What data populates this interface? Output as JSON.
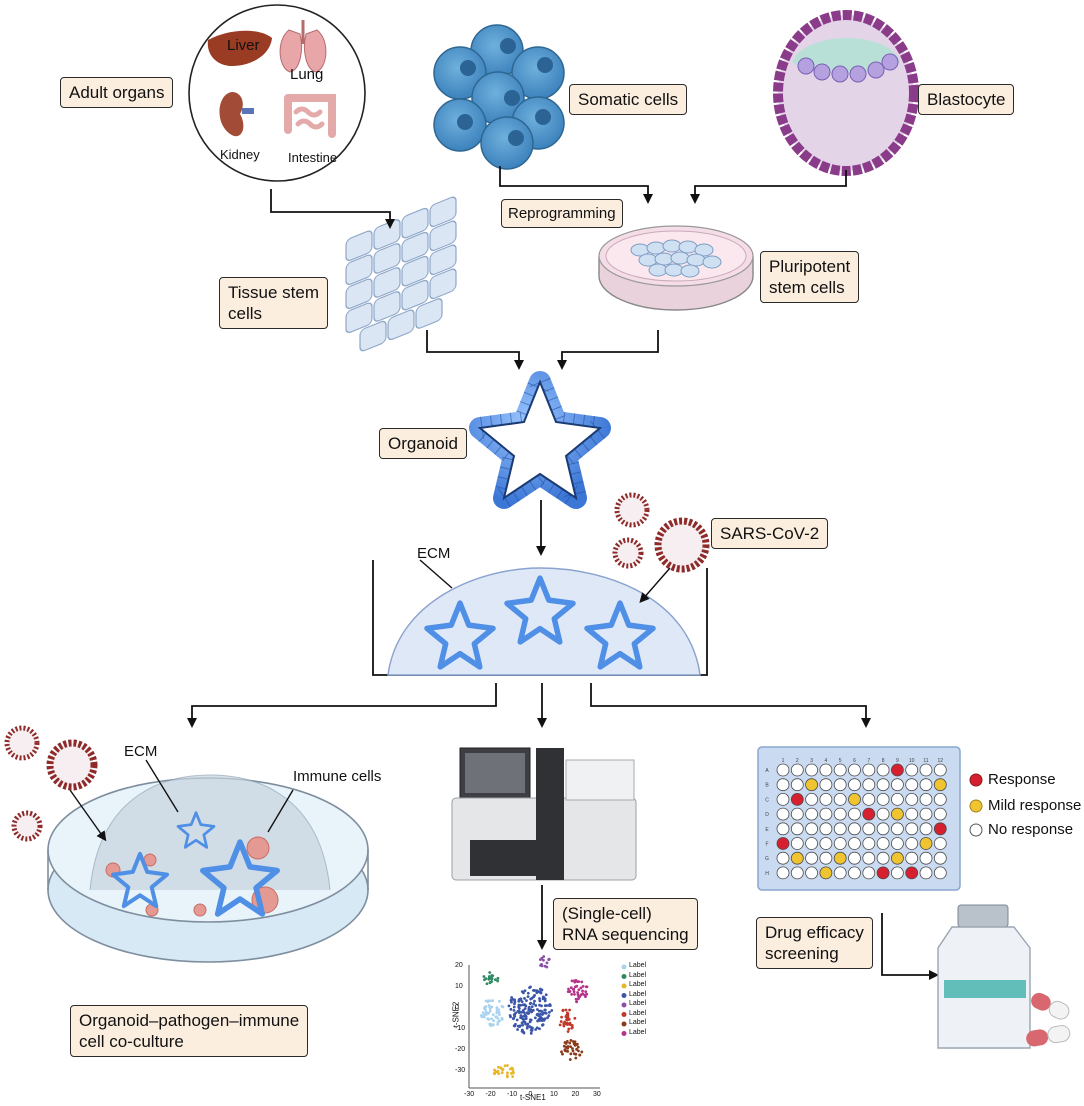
{
  "sources": {
    "adult_organs": "Adult organs",
    "liver": "Liver",
    "lung": "Lung",
    "kidney": "Kidney",
    "intestine": "Intestine",
    "somatic_cells": "Somatic cells",
    "blastocyte": "Blastocyte",
    "reprogramming": "Reprogramming"
  },
  "stem_cells": {
    "tissue_line1": "Tissue stem",
    "tissue_line2": "cells",
    "pluripotent_line1": "Pluripotent",
    "pluripotent_line2": "stem cells"
  },
  "organoid": {
    "label": "Organoid"
  },
  "culture": {
    "ecm": "ECM",
    "virus": "SARS-CoV-2"
  },
  "applications": {
    "coculture_ecm": "ECM",
    "immune_cells": "Immune cells",
    "coculture_line1": "Organoid–pathogen–immune",
    "coculture_line2": "cell co-culture",
    "seq_line1": "(Single-cell)",
    "seq_line2": "RNA sequencing",
    "drug_line1": "Drug efficacy",
    "drug_line2": "screening"
  },
  "plate": {
    "columns": [
      "1",
      "2",
      "3",
      "4",
      "5",
      "6",
      "7",
      "8",
      "9",
      "10",
      "11",
      "12"
    ],
    "rows": [
      "A",
      "B",
      "C",
      "D",
      "E",
      "F",
      "G",
      "H"
    ],
    "response_wells": [
      "A9",
      "C2",
      "D7",
      "E12",
      "F1",
      "H8",
      "H10"
    ],
    "mild_wells": [
      "B3",
      "B12",
      "C6",
      "D9",
      "F11",
      "G2",
      "G5",
      "G9",
      "H4"
    ],
    "legend": {
      "response": "Response",
      "mild": "Mild response",
      "none": "No response"
    },
    "colors": {
      "response": "#d7202f",
      "mild": "#f0c430",
      "none": "#ffffff"
    }
  },
  "tsne": {
    "xlabel": "t-SNE1",
    "ylabel": "t-SNE2",
    "xticks": [
      "-30",
      "-20",
      "-10",
      "0",
      "10",
      "20",
      "30"
    ],
    "yticks": [
      "20",
      "10",
      "0",
      "-10",
      "-20",
      "-30"
    ],
    "legend_label": "Label",
    "colors": [
      "#a9d3ee",
      "#2f8a63",
      "#e6b72a",
      "#3b56a8",
      "#8a4fa7",
      "#c0392b",
      "#8b3a1a",
      "#b6338a"
    ]
  },
  "colors": {
    "label_fill": "#fbeedf",
    "organoid_blue": "#4f8fe6",
    "organoid_dark": "#1f4c9a",
    "virus_red": "#8e2a2a"
  }
}
